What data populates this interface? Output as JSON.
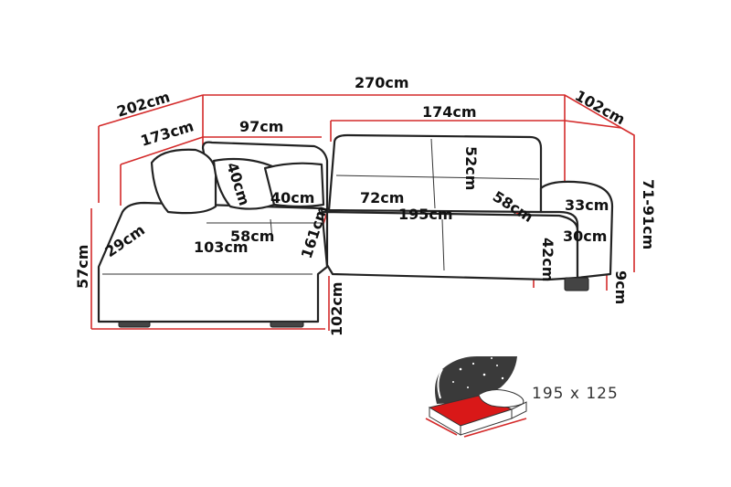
{
  "dimensions": {
    "total_length": "270cm",
    "left_depth_outer": "202cm",
    "right_depth": "102cm",
    "left_depth_inner": "173cm",
    "left_back_length": "97cm",
    "main_back_length": "174cm",
    "back_height": "52cm",
    "pillow_height": "40cm",
    "pillow_width": "40cm",
    "seat_depth_main": "72cm",
    "seat_length": "195cm",
    "seat_depth_right": "58cm",
    "armrest_width": "33cm",
    "armrest_height": "30cm",
    "total_height": "71-91cm",
    "seat_height": "42cm",
    "leg_height": "9cm",
    "chaise_seat_depth": "58cm",
    "chaise_width": "29cm",
    "chaise_length": "103cm",
    "chaise_inner": "161cm",
    "chaise_depth": "102cm",
    "chaise_height": "57cm"
  },
  "bed_size": "195 x 125",
  "colors": {
    "measure_line": "#d42a2a",
    "outline": "#222222",
    "bed_fill": "#d91818",
    "night_sky": "#3a3a3a"
  },
  "icons": {
    "sleeping_function": "sofa-bed-icon"
  }
}
